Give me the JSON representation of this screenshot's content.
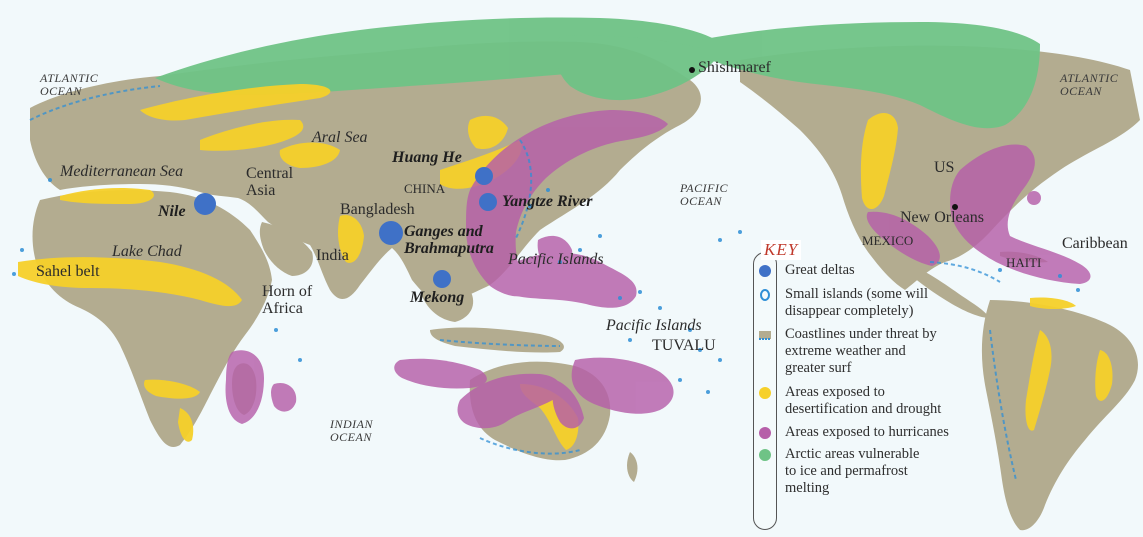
{
  "map": {
    "colors": {
      "ocean": "#f2f9fb",
      "land": "#b3ac90",
      "arctic": "#6fc386",
      "drought": "#f6d02a",
      "hurricane": "#b65fa9",
      "delta": "#3f71c7",
      "island": "#2f8fd6",
      "key_title": "#c0392b"
    },
    "labels": {
      "atlantic_left": "ATLANTIC\nOCEAN",
      "atlantic_right": "ATLANTIC\nOCEAN",
      "pacific": "PACIFIC\nOCEAN",
      "indian": "INDIAN\nOCEAN",
      "shishmaref": "Shishmaref",
      "mediterranean": "Mediterranean Sea",
      "aral_sea": "Aral Sea",
      "central_asia": "Central\nAsia",
      "nile": "Nile",
      "lake_chad": "Lake Chad",
      "sahel_belt": "Sahel belt",
      "horn_of_africa": "Horn of\nAfrica",
      "india": "India",
      "bangladesh": "Bangladesh",
      "china": "CHINA",
      "huang_he": "Huang He",
      "yangtze": "Yangtze River",
      "ganges": "Ganges and\nBrahmaputra",
      "mekong": "Mekong",
      "pacific_islands_1": "Pacific Islands",
      "pacific_islands_2": "Pacific Islands",
      "tuvalu": "TUVALU",
      "us": "US",
      "new_orleans": "New Orleans",
      "mexico": "MEXICO",
      "haiti": "HAITI",
      "caribbean": "Caribbean"
    }
  },
  "legend": {
    "title": "KEY",
    "items": [
      {
        "label": "Great deltas",
        "symbol": "delta-dot-icon"
      },
      {
        "label": "Small islands (some will\ndisappear completely)",
        "symbol": "island-outline-icon"
      },
      {
        "label": "Coastlines under threat by\nextreme weather and\ngreater surf",
        "symbol": "coastline-icon"
      },
      {
        "label": "Areas exposed to\ndesertification and drought",
        "symbol": "drought-dot-icon"
      },
      {
        "label": "Areas exposed to hurricanes",
        "symbol": "hurricane-dot-icon"
      },
      {
        "label": "Arctic areas vulnerable\nto ice and permafrost\nmelting",
        "symbol": "arctic-dot-icon"
      }
    ]
  }
}
